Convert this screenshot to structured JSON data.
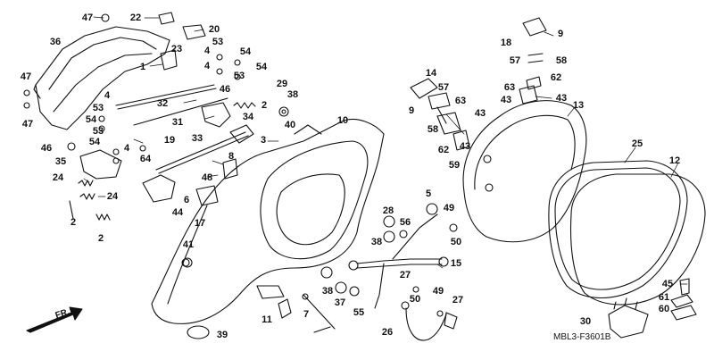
{
  "diagram_code": "MBL3-F3601B",
  "direction_label": "FR.",
  "callouts": [
    {
      "id": "c47a",
      "text": "47"
    },
    {
      "id": "c22",
      "text": "22"
    },
    {
      "id": "c20",
      "text": "20"
    },
    {
      "id": "c36",
      "text": "36"
    },
    {
      "id": "c23",
      "text": "23"
    },
    {
      "id": "c53a",
      "text": "53"
    },
    {
      "id": "c4a",
      "text": "4"
    },
    {
      "id": "c54a",
      "text": "54"
    },
    {
      "id": "c1",
      "text": "1"
    },
    {
      "id": "c4b",
      "text": "4"
    },
    {
      "id": "c53b",
      "text": "53"
    },
    {
      "id": "c54b",
      "text": "54"
    },
    {
      "id": "c47b",
      "text": "47"
    },
    {
      "id": "c46a",
      "text": "46"
    },
    {
      "id": "c2a",
      "text": "2"
    },
    {
      "id": "c32",
      "text": "32"
    },
    {
      "id": "c4c",
      "text": "4"
    },
    {
      "id": "c53c",
      "text": "53"
    },
    {
      "id": "c47c",
      "text": "47"
    },
    {
      "id": "c54c",
      "text": "54"
    },
    {
      "id": "c31",
      "text": "31"
    },
    {
      "id": "c34",
      "text": "34"
    },
    {
      "id": "c29",
      "text": "29"
    },
    {
      "id": "c38a",
      "text": "38"
    },
    {
      "id": "c10",
      "text": "10"
    },
    {
      "id": "c40",
      "text": "40"
    },
    {
      "id": "c3",
      "text": "3"
    },
    {
      "id": "c54d",
      "text": "54"
    },
    {
      "id": "c53d",
      "text": "53"
    },
    {
      "id": "c4d",
      "text": "4"
    },
    {
      "id": "c19",
      "text": "19"
    },
    {
      "id": "c33",
      "text": "33"
    },
    {
      "id": "c46b",
      "text": "46"
    },
    {
      "id": "c35",
      "text": "35"
    },
    {
      "id": "c64",
      "text": "64"
    },
    {
      "id": "c8",
      "text": "8"
    },
    {
      "id": "c48",
      "text": "48"
    },
    {
      "id": "c24a",
      "text": "24"
    },
    {
      "id": "c24b",
      "text": "24"
    },
    {
      "id": "c44",
      "text": "44"
    },
    {
      "id": "c6",
      "text": "6"
    },
    {
      "id": "c17",
      "text": "17"
    },
    {
      "id": "c2b",
      "text": "2"
    },
    {
      "id": "c2c",
      "text": "2"
    },
    {
      "id": "c41",
      "text": "41"
    },
    {
      "id": "c11",
      "text": "11"
    },
    {
      "id": "c7",
      "text": "7"
    },
    {
      "id": "c39",
      "text": "39"
    },
    {
      "id": "c14",
      "text": "14"
    },
    {
      "id": "c57a",
      "text": "57"
    },
    {
      "id": "c9a",
      "text": "9"
    },
    {
      "id": "c63a",
      "text": "63"
    },
    {
      "id": "c43a",
      "text": "43"
    },
    {
      "id": "c58a",
      "text": "58"
    },
    {
      "id": "c62a",
      "text": "62"
    },
    {
      "id": "c43b",
      "text": "43"
    },
    {
      "id": "c59",
      "text": "59"
    },
    {
      "id": "c18",
      "text": "18"
    },
    {
      "id": "c9b",
      "text": "9"
    },
    {
      "id": "c57b",
      "text": "57"
    },
    {
      "id": "c58b",
      "text": "58"
    },
    {
      "id": "c62b",
      "text": "62"
    },
    {
      "id": "c63b",
      "text": "63"
    },
    {
      "id": "c43c",
      "text": "43"
    },
    {
      "id": "c43d",
      "text": "43"
    },
    {
      "id": "c13",
      "text": "13"
    },
    {
      "id": "c25",
      "text": "25"
    },
    {
      "id": "c12",
      "text": "12"
    },
    {
      "id": "c5",
      "text": "5"
    },
    {
      "id": "c49a",
      "text": "49"
    },
    {
      "id": "c28",
      "text": "28"
    },
    {
      "id": "c56",
      "text": "56"
    },
    {
      "id": "c38b",
      "text": "38"
    },
    {
      "id": "c50a",
      "text": "50"
    },
    {
      "id": "c15",
      "text": "15"
    },
    {
      "id": "c27a",
      "text": "27"
    },
    {
      "id": "c38c",
      "text": "38"
    },
    {
      "id": "c37",
      "text": "37"
    },
    {
      "id": "c55",
      "text": "55"
    },
    {
      "id": "c50b",
      "text": "50"
    },
    {
      "id": "c49b",
      "text": "49"
    },
    {
      "id": "c27b",
      "text": "27"
    },
    {
      "id": "c26",
      "text": "26"
    },
    {
      "id": "c45",
      "text": "45"
    },
    {
      "id": "c61",
      "text": "61"
    },
    {
      "id": "c60",
      "text": "60"
    },
    {
      "id": "c30",
      "text": "30"
    }
  ]
}
